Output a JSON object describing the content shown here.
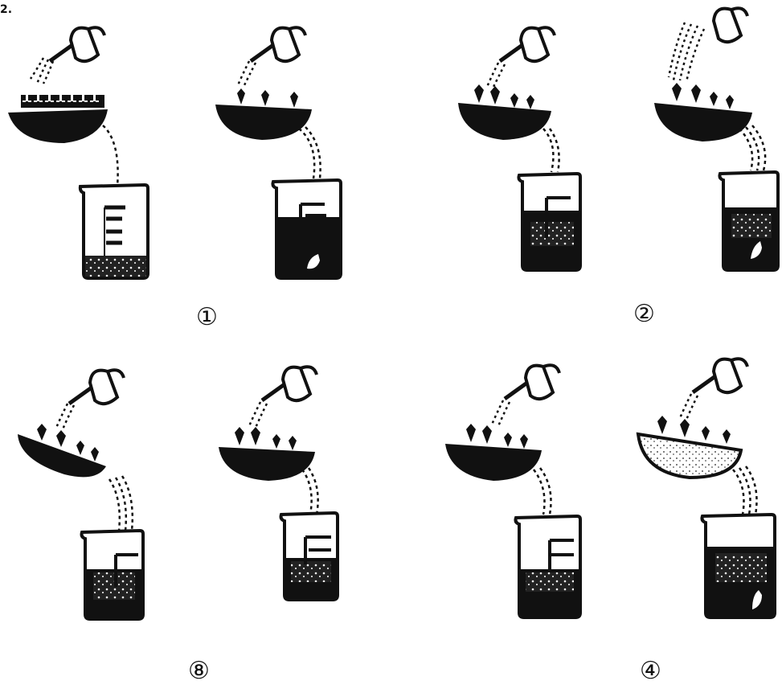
{
  "figure": {
    "corner_mark": "2.",
    "labels": [
      "①",
      "②",
      "⑧",
      "④"
    ]
  },
  "scenes": [
    {
      "variant": "slab"
    },
    {
      "variant": "plants3-dark"
    },
    {
      "variant": "plants3-mid"
    },
    {
      "variant": "plants4-rain"
    },
    {
      "variant": "plants-short"
    },
    {
      "variant": "plants4-mid"
    },
    {
      "variant": "plants4-sand"
    },
    {
      "variant": "plants4-litter"
    }
  ],
  "colors": {
    "ink": "#111111",
    "paper": "#ffffff"
  }
}
